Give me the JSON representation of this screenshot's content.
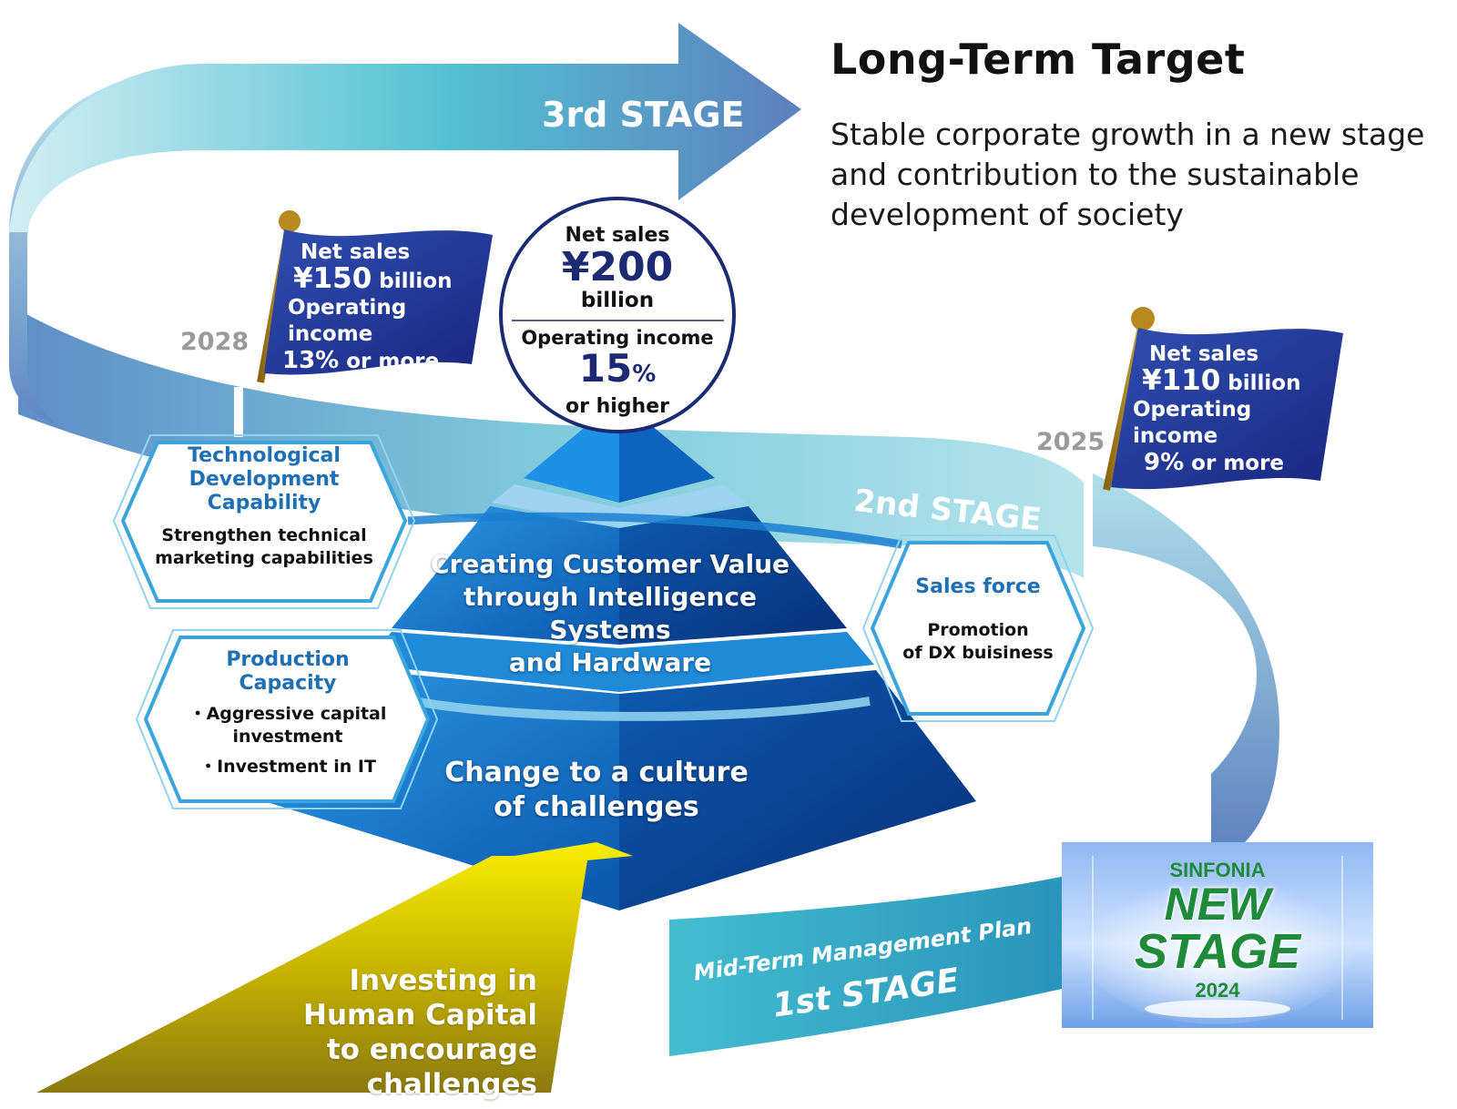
{
  "heading": "Long-Term Target",
  "tagline": [
    "Stable corporate growth in a new stage",
    "and contribution to the sustainable",
    "development of society"
  ],
  "stages": {
    "third": "3rd STAGE",
    "second": "2nd STAGE",
    "first_caption": "Mid-Term Management Plan",
    "first": "1st STAGE"
  },
  "target_2028": {
    "year": "2028",
    "sales_label": "Net sales",
    "sales_value": "¥150",
    "sales_unit": "billion",
    "income_label": "Operating income",
    "income_value": "13%",
    "income_suffix": "or more"
  },
  "target_2025": {
    "year": "2025",
    "sales_label": "Net sales",
    "sales_value": "¥110",
    "sales_unit": "billion",
    "income_label": "Operating income",
    "income_value": "9%",
    "income_suffix": "or more"
  },
  "long_term_circle": {
    "sales_label": "Net sales",
    "sales_value": "¥200",
    "sales_unit": "billion",
    "income_label": "Operating income",
    "income_value": "15",
    "income_unit": "%",
    "income_suffix": "or higher"
  },
  "hexagons": {
    "tech": {
      "title": [
        "Technological",
        "Development",
        "Capability"
      ],
      "body": [
        "Strengthen technical",
        "marketing capabilities"
      ]
    },
    "production": {
      "title": [
        "Production",
        "Capacity"
      ],
      "body": [
        "・Aggressive capital",
        "investment",
        "・Investment in IT"
      ]
    },
    "sales": {
      "title": [
        "Sales force"
      ],
      "body": [
        "Promotion",
        "of DX buisiness"
      ]
    }
  },
  "pyramid": {
    "middle": [
      "Creating Customer Value",
      "through Intelligence Systems",
      "and Hardware"
    ],
    "base": [
      "Change to a culture",
      "of challenges"
    ]
  },
  "human_capital": [
    "Investing in",
    "Human Capital",
    "to encourage challenges"
  ],
  "logo": {
    "brand": "SINFONIA",
    "line1": "NEW",
    "line2": "STAGE",
    "year": "2024"
  },
  "colors": {
    "ribbon_light": "#bfe6ee",
    "ribbon_mid": "#3fb6cc",
    "ribbon_dark": "#5b86c0",
    "flag": "#1c2f8e",
    "pyramid_dark": "#0a3d8a",
    "pyramid_light": "#1e8fe0",
    "accent_yellow": "#f4e600",
    "hex_border": "#3aa5dc",
    "logo_green": "#1f8a3a"
  }
}
